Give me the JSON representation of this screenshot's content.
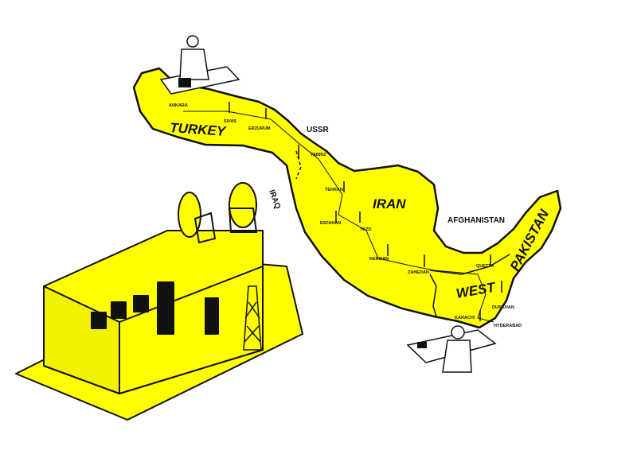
{
  "colors": {
    "land": "#ffff00",
    "outline": "#111111",
    "background": "#ffffff"
  },
  "countries": {
    "turkey": "TURKEY",
    "iran": "IRAN",
    "west": "WEST",
    "pakistan": "PAKISTAN"
  },
  "neighbors": {
    "ussr": "USSR",
    "iraq": "IRAQ",
    "afghanistan": "AFGHANISTAN"
  },
  "cities": {
    "ankara": "ANKARA",
    "sivas": "SIVAS",
    "erzurum": "ERZURUM",
    "tabriz": "TABRIZ",
    "tehran": "TEHRAN",
    "esfahan": "ESFAHAN",
    "yazd": "YAZD",
    "kerman": "KERMAN",
    "zahedan": "ZAHEDAN",
    "quetta": "QUETTA",
    "durkhan": "DURKHAN",
    "karachi": "KARACHI",
    "hyderabad": "HYDERABAD"
  }
}
